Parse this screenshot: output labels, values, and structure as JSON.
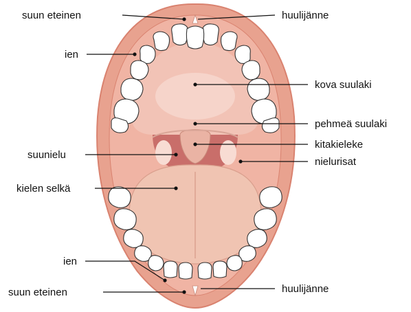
{
  "labels": {
    "upper_vestibule": "suun eteinen",
    "upper_gum": "ien",
    "upper_frenulum": "huulijänne",
    "hard_palate": "kova suulaki",
    "soft_palate": "pehmeä suulaki",
    "throat": "suunielu",
    "uvula": "kitakieleke",
    "tonsils": "nielurisat",
    "tongue_back": "kielen selkä",
    "lower_gum": "ien",
    "lower_vestibule": "suun eteinen",
    "lower_frenulum": "huulijänne"
  },
  "colors": {
    "lip": "#e8a28f",
    "lip_dark": "#d9826f",
    "palate": "#f2c3b6",
    "palate_light": "#f8dcd3",
    "throat": "#c96e6a",
    "uvula": "#eab3a4",
    "tongue": "#f0c4b2",
    "tooth": "#ffffff",
    "tooth_outline": "#333333",
    "gum": "#f0b4a4",
    "line": "#111111"
  }
}
